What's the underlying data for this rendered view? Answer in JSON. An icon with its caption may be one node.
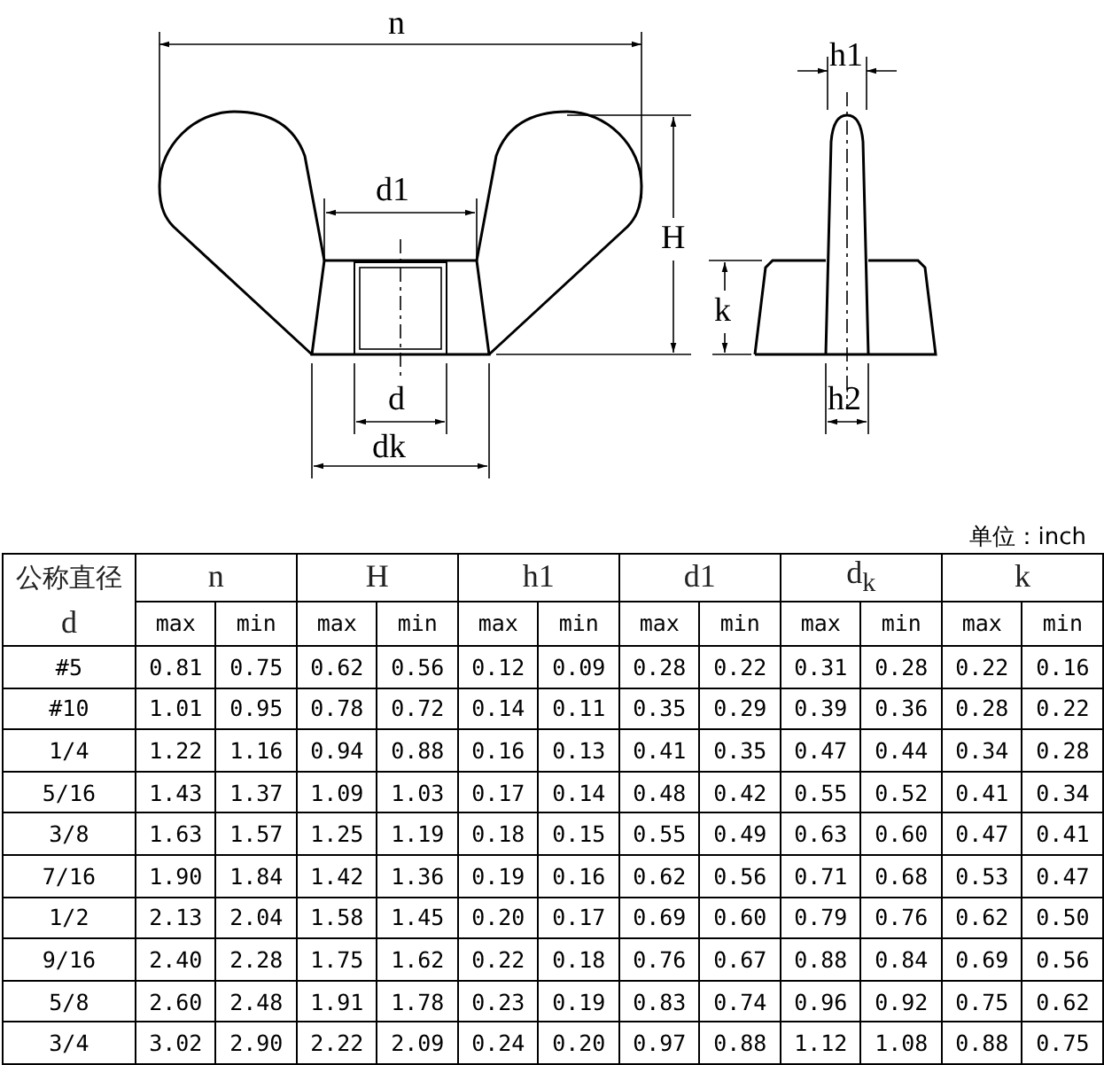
{
  "diagram": {
    "labels": [
      "n",
      "h1",
      "d1",
      "H",
      "k",
      "d",
      "h2",
      "dk",
      "单位：inch",
      "公称直径",
      "n",
      "H",
      "h1",
      "d1",
      "d$_{k}$",
      "k",
      "d",
      "max",
      "min",
      "max",
      "min",
      "max",
      "min",
      "max",
      "min",
      "max",
      "min",
      "max",
      "min",
      "#5",
      "0.81",
      "0.75",
      "0.62",
      "0.56",
      "0.12",
      "0.09",
      "0.28",
      "0.22",
      "0.31",
      "0.28",
      "0.22",
      "0.16",
      "#10",
      "1.01",
      "0.95",
      "0.78",
      "0.72",
      "0.14",
      "0.11",
      "0.35",
      "0.29",
      "0.39",
      "0.36",
      "0.28",
      "0.22",
      "1/4",
      "1.22",
      "1.16",
      "0.94",
      "0.88",
      "0.16",
      "0.13",
      "0.41",
      "0.35",
      "0.47",
      "0.44",
      "0.34",
      "0.28",
      "5/16",
      "1.43",
      "1.37",
      "1.09",
      "1.03",
      "0.17",
      "0.14",
      "0.48",
      "0.42",
      "0.55",
      "0.52",
      "0.41",
      "0.34",
      "3/8",
      "1.63",
      "1.57",
      "1.25",
      "1.19",
      "0.18",
      "0.15",
      "0.55",
      "0.49",
      "0.63",
      "0.60",
      "0.47",
      "0.41",
      "7/16",
      "1.90",
      "1.84",
      "1.42",
      "1.36",
      "0.19",
      "0.16",
      "0.62",
      "0.56",
      "0.71",
      "0.68",
      "0.53",
      "0.47",
      "1/2",
      "2.13",
      "2.04",
      "1.58",
      "1.45",
      "0.20",
      "0.17",
      "0.69",
      "0.60",
      "0.79",
      "0.76",
      "0.62",
      "0.50",
      "9/16",
      "2.40",
      "2.28",
      "1.75",
      "1.62",
      "0.22",
      "0.18",
      "0.76",
      "0.67",
      "0.88",
      "0.84",
      "0.69",
      "0.56",
      "5/8",
      "2.60",
      "2.48",
      "1.91",
      "1.78",
      "0.23",
      "0.19",
      "0.83",
      "0.74",
      "0.96",
      "0.92",
      "0.75",
      "0.62",
      "3/4",
      "3.02",
      "2.90",
      "2.22",
      "2.09",
      "0.24",
      "0.20",
      "0.97",
      "0.88",
      "1.12",
      "1.08",
      "0.88",
      "0.75"
    ]
  }
}
